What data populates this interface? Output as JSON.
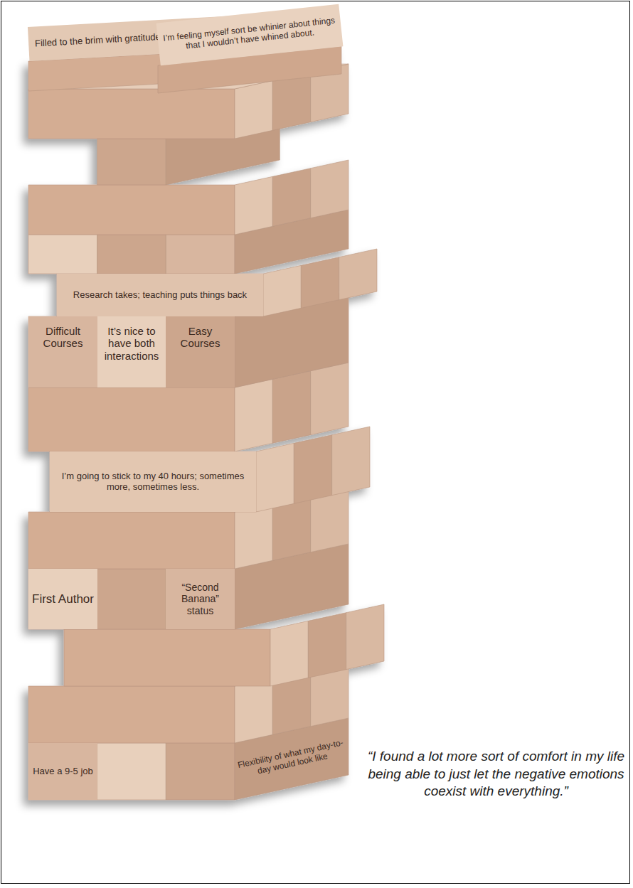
{
  "diagram": {
    "caption": "“I found a lot more sort of comfort in my life being able to just let the negative emotions coexist with everything.”",
    "nodes": [
      {
        "text": [
          "Filled to the brim with gratitude every single day."
        ]
      },
      {
        "text": [
          "I’m feeling myself sort be whinier about things that I wouldn’t have whined about."
        ]
      },
      {
        "text": [
          "Research takes; teaching puts things back"
        ]
      },
      {
        "text": [
          "Difficult Courses"
        ]
      },
      {
        "text": [
          "It’s nice to have both interactions"
        ]
      },
      {
        "text": [
          "Easy Courses"
        ]
      },
      {
        "text": [
          "I’m going to stick to my 40 hours; sometimes more, sometimes less."
        ]
      },
      {
        "text": [
          "First Author"
        ]
      },
      {
        "text": [
          "“Second Banana” status"
        ]
      },
      {
        "text": [
          "Have a 9-5 job"
        ]
      },
      {
        "text": [
          "Flexibility of what my day-to-day would look like"
        ]
      }
    ]
  }
}
